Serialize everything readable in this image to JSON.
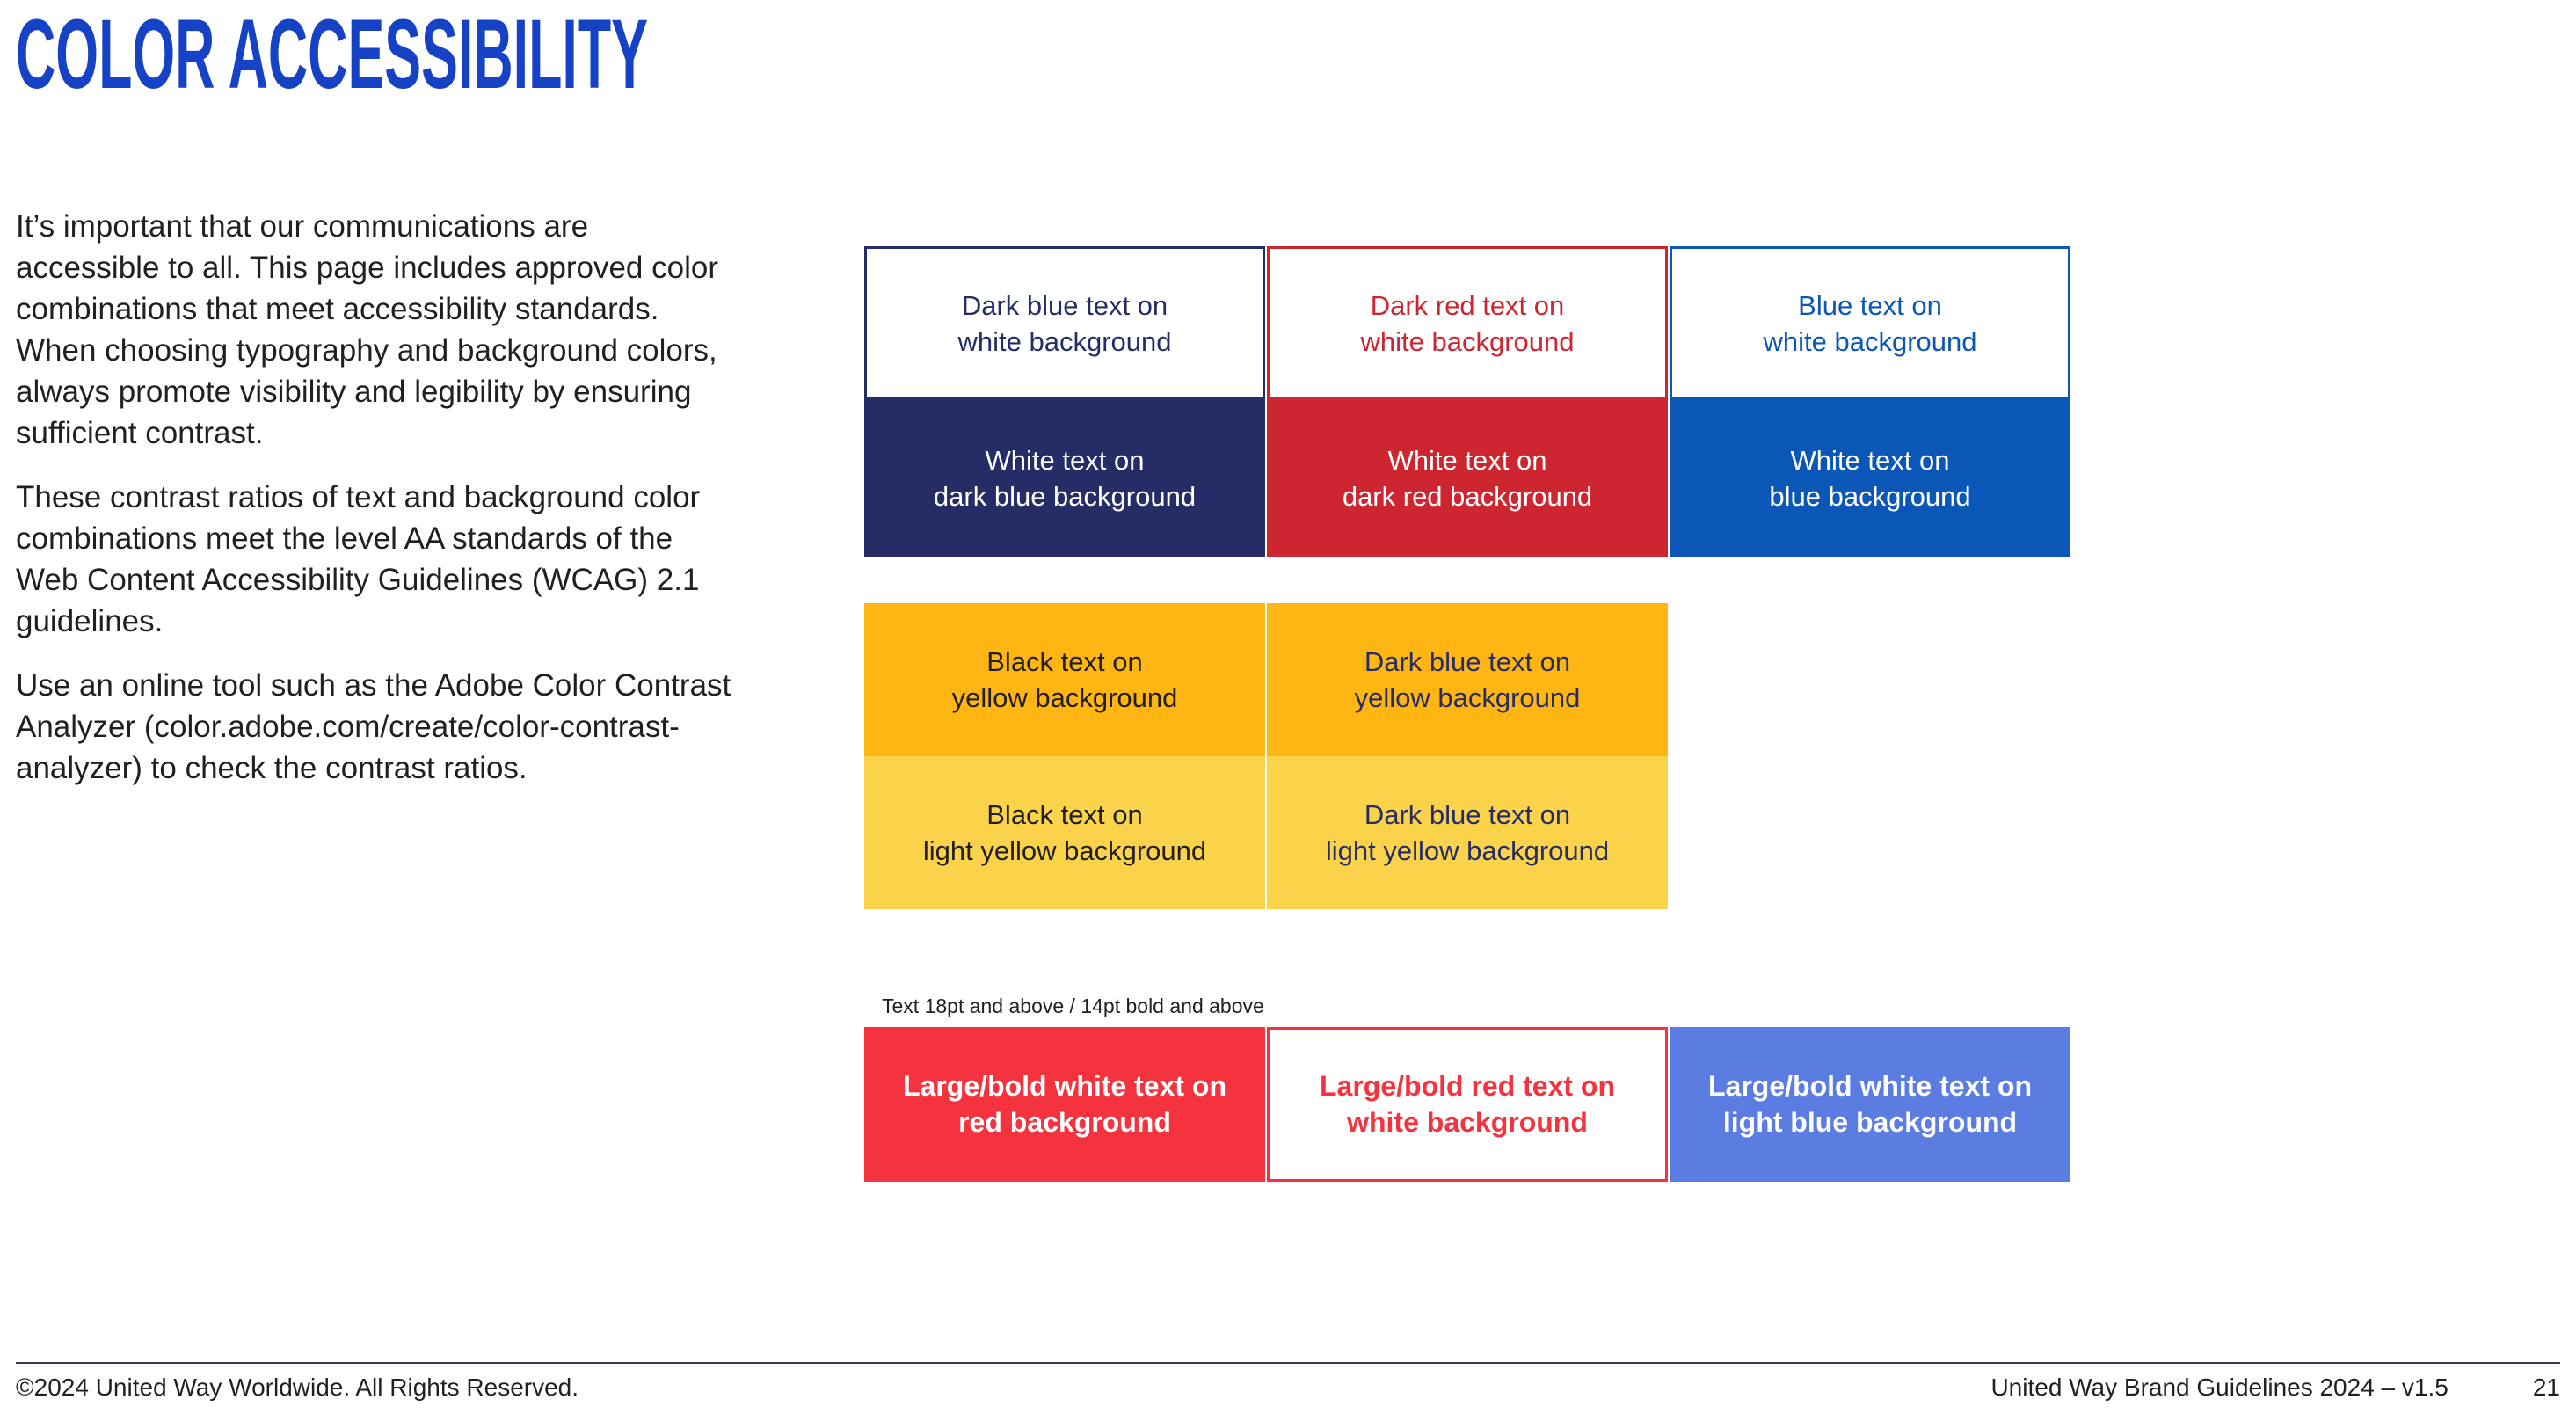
{
  "page": {
    "title": "COLOR ACCESSIBILITY",
    "title_color": "#1642c5",
    "background": "#ffffff"
  },
  "intro": {
    "paragraphs": [
      "It’s important that our communications are accessible to all. This page includes approved color combinations that meet accessibility standards. When choosing typography and background colors, always promote visibility and legibility by ensuring sufficient contrast.",
      "These contrast ratios of text and background color combinations meet the level AA standards of the Web Content Accessibility Guidelines (WCAG) 2.1 guidelines.",
      "Use an online tool such as the Adobe Color Contrast Analyzer (color.adobe.com/create/color-contrast-analyzer) to check the contrast ratios."
    ]
  },
  "palette": {
    "dark_blue": "#262c66",
    "dark_red": "#cd2630",
    "blue": "#0a57b8",
    "yellow": "#ffb612",
    "light_yellow": "#fad34b",
    "red": "#f5333f",
    "light_blue": "#5b7de1",
    "black": "#231f20",
    "white": "#ffffff"
  },
  "grids": {
    "primary": {
      "cells": [
        {
          "text": "Dark blue text on\nwhite background",
          "fg": "#262c66",
          "bg": "#ffffff",
          "border": "#262c66"
        },
        {
          "text": "Dark red text on\nwhite background",
          "fg": "#cd2630",
          "bg": "#ffffff",
          "border": "#cd2630"
        },
        {
          "text": "Blue text on\nwhite background",
          "fg": "#0a57b8",
          "bg": "#ffffff",
          "border": "#0a57b8"
        },
        {
          "text": "White text on\ndark blue background",
          "fg": "#ffffff",
          "bg": "#262c66"
        },
        {
          "text": "White text on\ndark red background",
          "fg": "#ffffff",
          "bg": "#cd2630"
        },
        {
          "text": "White text on\nblue background",
          "fg": "#ffffff",
          "bg": "#0a57b8"
        }
      ]
    },
    "yellow": {
      "cells": [
        {
          "text": "Black text on\nyellow background",
          "fg": "#231f20",
          "bg": "#ffb612"
        },
        {
          "text": "Dark blue text on\nyellow background",
          "fg": "#262c66",
          "bg": "#ffb612"
        },
        {
          "text": "Black text on\nlight yellow background",
          "fg": "#231f20",
          "bg": "#fad34b"
        },
        {
          "text": "Dark blue text on\nlight yellow background",
          "fg": "#262c66",
          "bg": "#fad34b"
        }
      ]
    },
    "large_text": {
      "note": "Text 18pt and above / 14pt bold and above",
      "cells": [
        {
          "text": "Large/bold white text on\nred background",
          "fg": "#ffffff",
          "bg": "#f5333f"
        },
        {
          "text": "Large/bold red text on\nwhite background",
          "fg": "#f5333f",
          "bg": "#ffffff",
          "border": "#f5333f"
        },
        {
          "text": "Large/bold white text on\nlight blue background",
          "fg": "#ffffff",
          "bg": "#5b7de1"
        }
      ]
    }
  },
  "footer": {
    "copyright": "©2024 United Way Worldwide. All Rights Reserved.",
    "document": "United Way Brand Guidelines 2024 – v1.5",
    "page_number": "21"
  }
}
